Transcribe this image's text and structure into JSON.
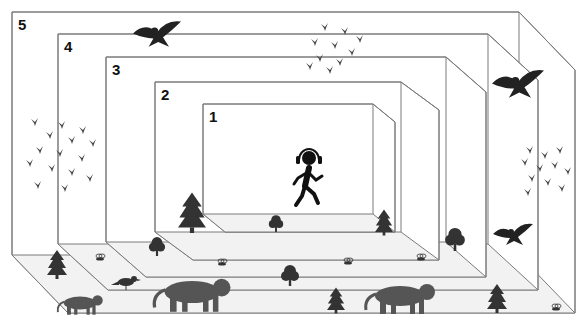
{
  "diagram": {
    "nodes": [
      {
        "text": [
          "5"
        ]
      },
      {
        "text": [
          "4"
        ],
        "in": 0
      },
      {
        "text": [
          "3"
        ],
        "in": 1
      },
      {
        "text": [
          "2"
        ],
        "in": 2
      },
      {
        "text": [
          "1"
        ],
        "in": 3
      }
    ]
  }
}
